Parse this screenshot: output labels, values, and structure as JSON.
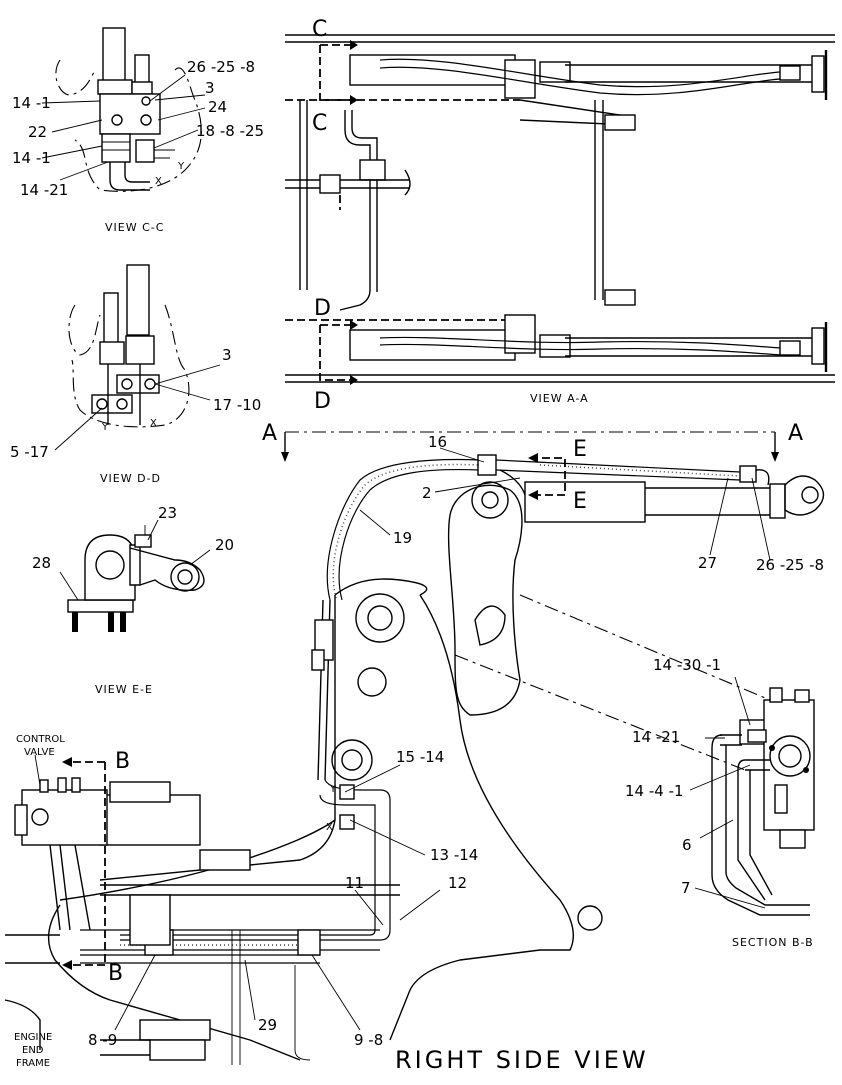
{
  "title": "RIGHT SIDE VIEW",
  "views": {
    "view_cc": "VIEW C-C",
    "view_dd": "VIEW D-D",
    "view_ee": "VIEW E-E",
    "view_aa": "VIEW A-A",
    "section_bb": "SECTION B-B"
  },
  "section_markers": {
    "a": "A",
    "b": "B",
    "c": "C",
    "d": "D",
    "e": "E"
  },
  "port_markers": {
    "x": "X",
    "y": "Y"
  },
  "labels": {
    "control_valve_line1": "CONTROL",
    "control_valve_line2": "VALVE",
    "engine_end_frame_line1": "ENGINE",
    "engine_end_frame_line2": "END",
    "engine_end_frame_line3": "FRAME"
  },
  "callouts": {
    "cc_26_25_8": "26 -25 -8",
    "cc_3": "3",
    "cc_14_1_top": "14 -1",
    "cc_24": "24",
    "cc_22": "22",
    "cc_18_8_25": "18 -8 -25",
    "cc_14_1_bottom": "14 -1",
    "cc_14_21": "14 -21",
    "dd_3": "3",
    "dd_17_10": "17 -10",
    "dd_5_17": "5 -17",
    "ee_23": "23",
    "ee_20": "20",
    "ee_28": "28",
    "rs_16": "16",
    "rs_2": "2",
    "rs_19": "19",
    "rs_27": "27",
    "rs_26_25_8": "26 -25 -8",
    "rs_15_14": "15 -14",
    "rs_13_14": "13 -14",
    "rs_11": "11",
    "rs_12": "12",
    "rs_29": "29",
    "rs_9_8": "9 -8",
    "rs_8_9": "8 -9",
    "bb_14_30_1": "14 -30 -1",
    "bb_14_21": "14 -21",
    "bb_14_4_1": "14 -4 -1",
    "bb_6": "6",
    "bb_7": "7"
  }
}
